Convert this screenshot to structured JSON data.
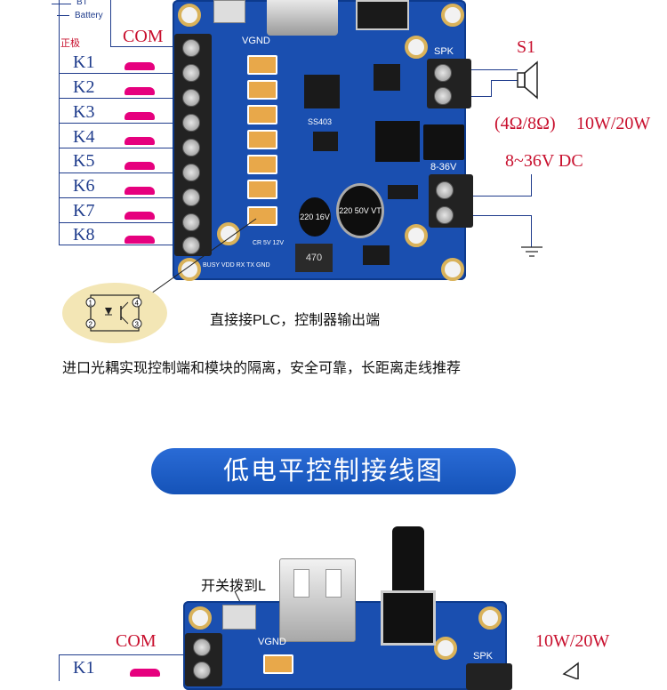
{
  "top_diagram": {
    "bt_label": "BT",
    "battery_label": "Battery",
    "positive_label": "正极",
    "com_label": "COM",
    "keys": [
      "K1",
      "K2",
      "K3",
      "K4",
      "K5",
      "K6",
      "K7",
      "K8"
    ],
    "speaker_label": "S1",
    "speaker_impedance": "(4Ω/8Ω)",
    "power_label": "10W/20W",
    "supply_label": "8~36V DC",
    "board_vgnd": "VGND",
    "board_spk": "SPK",
    "board_volt": "8-36V",
    "board_chip": "SS403",
    "capacitor_small": "220 16V VT",
    "capacitor_big": "220 50V VT",
    "inductor": "470",
    "pin_header": "BUSY VDD RX TX GND",
    "pin_header2": "CR 5V 12V",
    "optocoupler_pins": [
      "1",
      "2",
      "3",
      "4"
    ],
    "plc_caption": "直接接PLC，控制器输出端",
    "isolation_caption": "进口光耦实现控制端和模块的隔离，安全可靠，长距离走线推荐"
  },
  "section_title": "低电平控制接线图",
  "bottom_diagram": {
    "switch_label": "开关拨到L",
    "com_label": "COM",
    "power_label": "10W/20W",
    "key_first": "K1",
    "board_vgnd": "VGND",
    "board_spk": "SPK"
  },
  "colors": {
    "wire": "#1f3c8c",
    "label_red": "#c8102e",
    "button_pink": "#e6007e",
    "pcb_blue": "#1a4fb0",
    "pill_blue": "#1553b8"
  }
}
